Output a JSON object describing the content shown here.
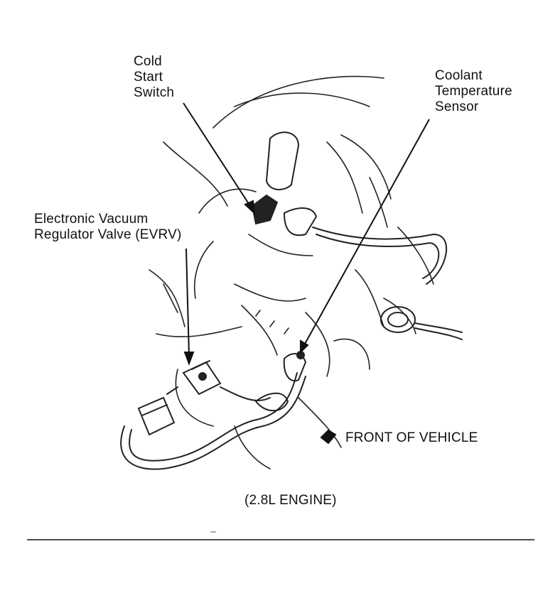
{
  "labels": {
    "cold_start_switch": [
      "Cold",
      "Start",
      "Switch"
    ],
    "coolant_sensor": [
      "Coolant",
      "Temperature",
      "Sensor"
    ],
    "evrv": [
      "Electronic Vacuum",
      "Regulator Valve (EVRV)"
    ],
    "front_of_vehicle": "FRONT OF VEHICLE",
    "caption": "(2.8L ENGINE)"
  }
}
